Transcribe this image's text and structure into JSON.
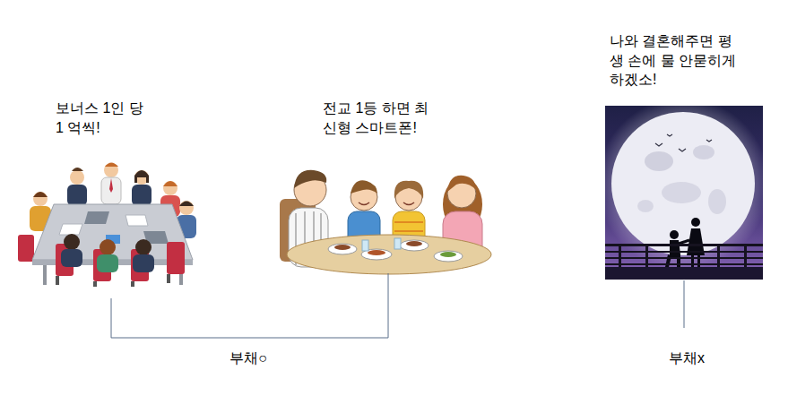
{
  "diagram": {
    "nodes": [
      {
        "text": [
          "보너스 1인 당 1 억씩!"
        ]
      },
      {
        "text": [
          "전교 1등 하면 최신형 스마트폰!"
        ]
      },
      {
        "text": [
          "나와 결혼해주면 평생 손에 물 안묻히게 하겠소!"
        ]
      }
    ],
    "edges": [
      {
        "from": 0,
        "to": 1,
        "arrow": "none"
      }
    ],
    "labels": [
      "부채○",
      "부채x"
    ]
  }
}
